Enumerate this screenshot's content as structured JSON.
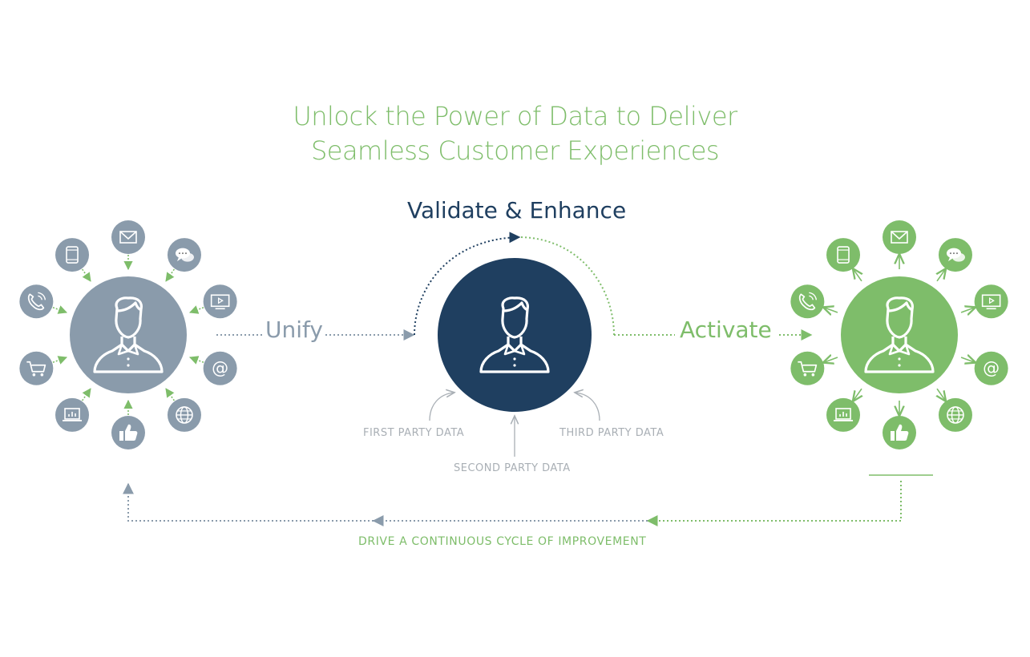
{
  "title": {
    "line1": "Unlock the Power of Data to Deliver",
    "line2": "Seamless Customer Experiences"
  },
  "stages": {
    "unify": "Unify",
    "validate": "Validate & Enhance",
    "activate": "Activate"
  },
  "data_sources": {
    "first": "FIRST PARTY DATA",
    "second": "SECOND PARTY DATA",
    "third": "THIRD PARTY DATA"
  },
  "cycle_label": "DRIVE A CONTINUOUS CYCLE OF IMPROVEMENT",
  "colors": {
    "gray": "#8a9bab",
    "navy": "#1f3f60",
    "green": "#7ebd6a",
    "light_gray_text": "#a9afb5"
  },
  "channel_icons": [
    "mail-icon",
    "chat-icon",
    "tv-icon",
    "at-icon",
    "globe-icon",
    "like-icon",
    "laptop-icon",
    "cart-icon",
    "phone-icon",
    "tablet-icon"
  ]
}
